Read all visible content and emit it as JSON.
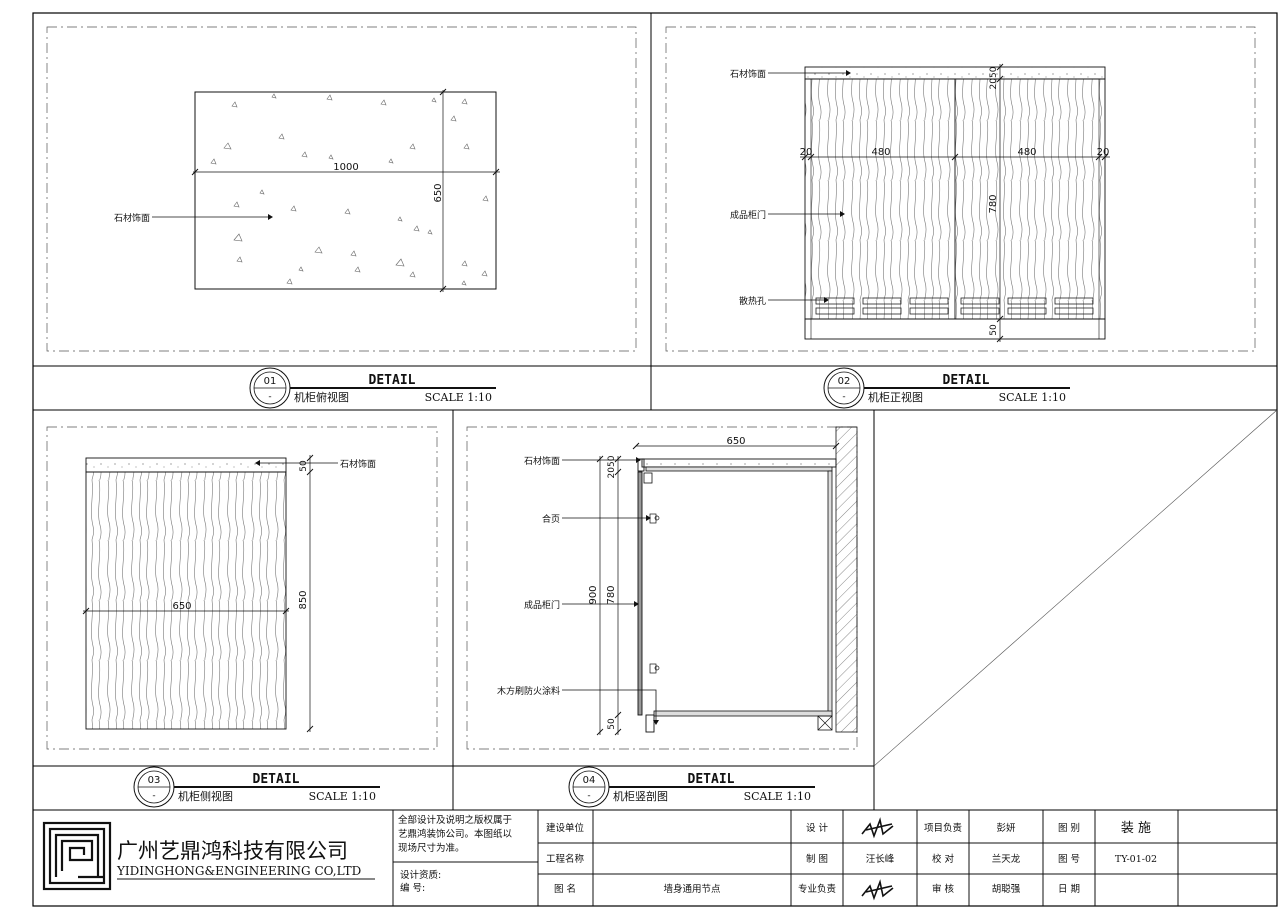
{
  "views": {
    "v01": {
      "number": "01",
      "sub": "-",
      "title": "DETAIL",
      "name": "机柜俯视图",
      "scale": "SCALE 1:10",
      "dims": {
        "width": "1000",
        "depth": "650"
      },
      "labels": {
        "stone": "石材饰面"
      }
    },
    "v02": {
      "number": "02",
      "sub": "-",
      "title": "DETAIL",
      "name": "机柜正视图",
      "scale": "SCALE 1:10",
      "dims": {
        "left_margin": "20",
        "door_left": "480",
        "door_right": "480",
        "right_margin": "20",
        "top": "2050",
        "height": "780",
        "bottom": "50"
      },
      "labels": {
        "stone": "石材饰面",
        "door": "成品柜门",
        "vent": "散热孔"
      }
    },
    "v03": {
      "number": "03",
      "sub": "-",
      "title": "DETAIL",
      "name": "机柜侧视图",
      "scale": "SCALE 1:10",
      "dims": {
        "width": "650",
        "top": "50",
        "height": "850"
      },
      "labels": {
        "stone": "石材饰面"
      }
    },
    "v04": {
      "number": "04",
      "sub": "-",
      "title": "DETAIL",
      "name": "机柜竖剖图",
      "scale": "SCALE 1:10",
      "dims": {
        "width": "650",
        "top": "2050",
        "total": "900",
        "door": "780",
        "bottom": "50"
      },
      "labels": {
        "stone": "石材饰面",
        "hinge": "合页",
        "door": "成品柜门",
        "wood": "木方刷防火涂料"
      }
    }
  },
  "title_block": {
    "company_cn": "广州艺鼎鸿科技有限公司",
    "company_en": "YIDINGHONG&ENGINEERING CO,LTD",
    "copyright": [
      "全部设计及说明之版权属于",
      "艺鼎鸿装饰公司。本图纸以",
      "现场尺寸为准。"
    ],
    "qualification": "设计资质:",
    "serial": "编      号:",
    "client_label": "建设单位",
    "project_label": "工程名称",
    "drawing_label": "图      名",
    "drawing_name": "墙身通用节点",
    "design_label": "设    计",
    "draft_label": "制    图",
    "draft_name": "汪长峰",
    "specialty_label": "专业负责",
    "project_lead_label": "项目负责",
    "project_lead_name": "彭妍",
    "proof_label": "校    对",
    "proof_name": "兰天龙",
    "review_label": "审    核",
    "review_name": "胡聪强",
    "category_label": "图    别",
    "category_value": "装  施",
    "number_label": "图    号",
    "number_value": "TY-01-02",
    "date_label": "日    期"
  },
  "colors": {
    "line": "#111111",
    "hatch": "#555555",
    "frame": "#000000"
  }
}
